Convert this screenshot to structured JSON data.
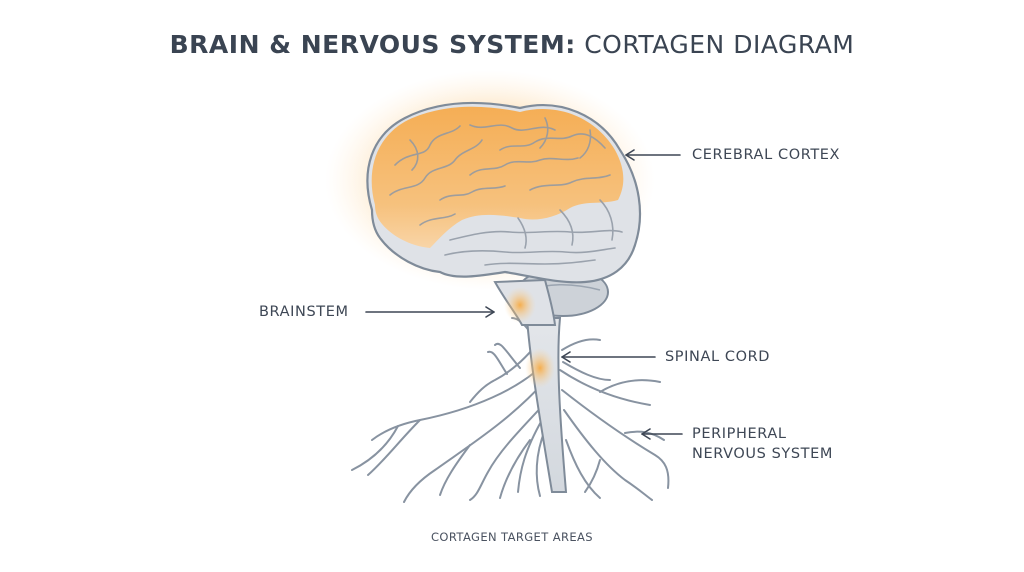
{
  "title": {
    "bold": "BRAIN & NERVOUS SYSTEM:",
    "light": " CORTAGEN DIAGRAM"
  },
  "labels": {
    "cerebral_cortex": "CEREBRAL CORTEX",
    "brainstem": "BRAINSTEM",
    "spinal_cord": "SPINAL CORD",
    "peripheral_line1": "PERIPHERAL",
    "peripheral_line2": "NERVOUS SYSTEM"
  },
  "caption": "CORTAGEN TARGET AREAS",
  "colors": {
    "highlight": "#f7a93b",
    "outline": "#7f8b99",
    "tissue": "#dde1e6",
    "text": "#3a4452"
  }
}
